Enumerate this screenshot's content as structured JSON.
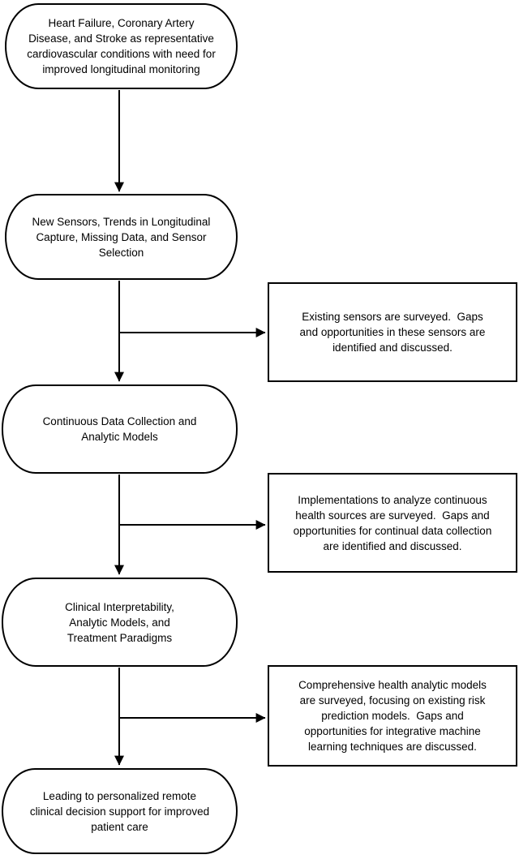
{
  "diagram": {
    "type": "flowchart",
    "background_color": "#ffffff",
    "stroke_color": "#000000",
    "text_color": "#000000",
    "nodes": [
      {
        "shape": "rounded",
        "label": "Heart Failure, Coronary Artery\nDisease, and Stroke as representative\ncardiovascular conditions with need for\nimproved longitudinal monitoring"
      },
      {
        "shape": "rounded",
        "label": "New Sensors, Trends in Longitudinal\nCapture, Missing Data, and Sensor\nSelection"
      },
      {
        "shape": "rounded",
        "label": "Continuous Data Collection and\nAnalytic Models"
      },
      {
        "shape": "rounded",
        "label": "Clinical Interpretability,\nAnalytic Models, and\nTreatment Paradigms"
      },
      {
        "shape": "rounded",
        "label": "Leading to personalized remote\nclinical decision support for improved\npatient care"
      }
    ],
    "callouts": [
      {
        "shape": "rectangle",
        "label": "Existing sensors are surveyed.  Gaps\nand opportunities in these sensors are\nidentified and discussed."
      },
      {
        "shape": "rectangle",
        "label": "Implementations to analyze continuous\nhealth sources are surveyed.  Gaps and\nopportunities for continual data collection\nare identified and discussed."
      },
      {
        "shape": "rectangle",
        "label": "Comprehensive health analytic models\nare surveyed, focusing on existing risk\nprediction models.  Gaps and\nopportunities for integrative machine\nlearning techniques are discussed."
      }
    ],
    "edges": [
      {
        "from": "node-0",
        "to": "node-1",
        "direction": "down"
      },
      {
        "from": "node-1",
        "to": "node-2",
        "direction": "down"
      },
      {
        "from": "node-1-2",
        "to": "callout-0",
        "direction": "right"
      },
      {
        "from": "node-2",
        "to": "node-3",
        "direction": "down"
      },
      {
        "from": "node-2-3",
        "to": "callout-1",
        "direction": "right"
      },
      {
        "from": "node-3",
        "to": "node-4",
        "direction": "down"
      },
      {
        "from": "node-3-4",
        "to": "callout-2",
        "direction": "right"
      }
    ]
  }
}
